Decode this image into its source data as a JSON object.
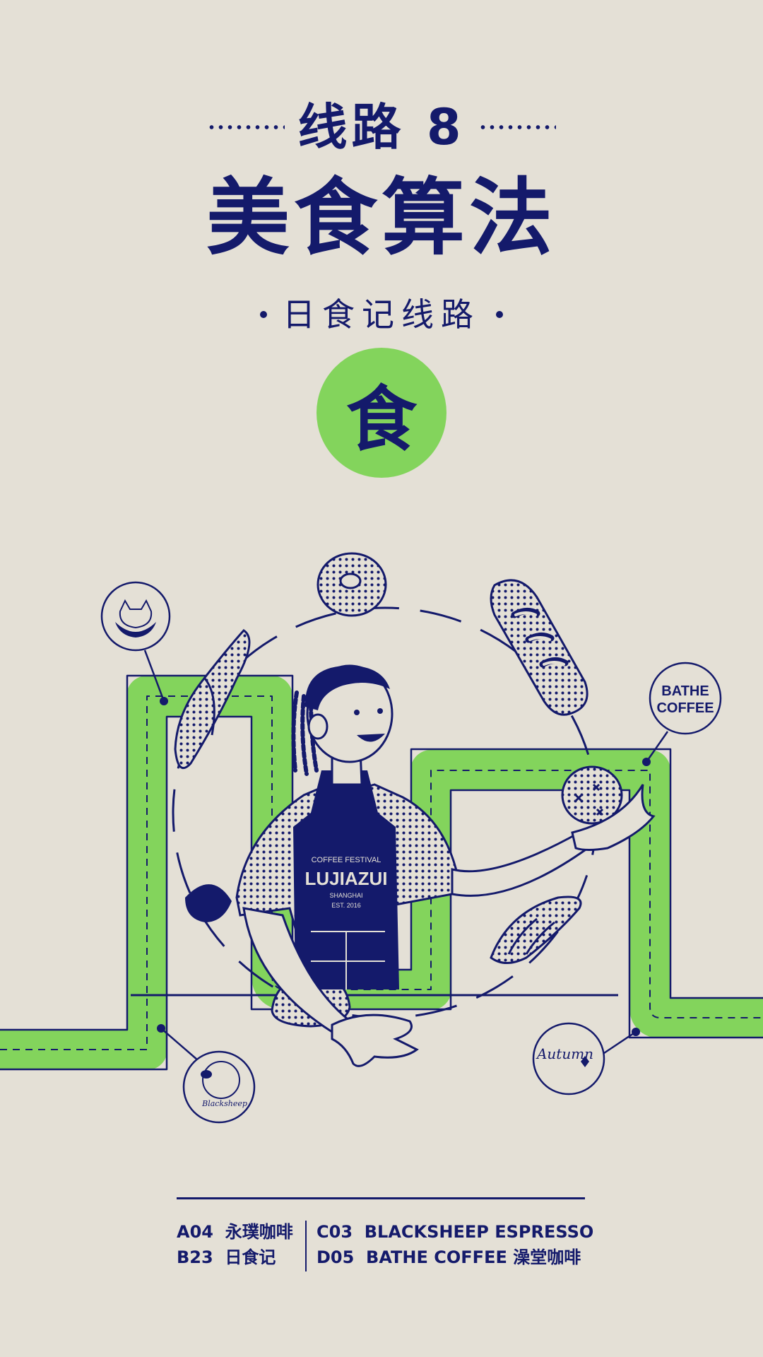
{
  "header": {
    "route_title": "线路 8",
    "main_title": "美食算法",
    "subtitle": "日食记线路",
    "badge_char": "食"
  },
  "illustration": {
    "apron_line1": "COFFEE FESTIVAL",
    "apron_line2": "LUJIAZUI",
    "apron_line3": "SHANGHAI",
    "apron_line4": "EST. 2016",
    "shop_bathe_line1": "BATHE",
    "shop_bathe_line2": "COFFEE",
    "shop_autumn": "Autumn",
    "shop_blacksheep": "Blacksheep",
    "colors": {
      "route_green": "#83d45c",
      "ink_navy": "#141a6b",
      "background": "#e4e0d6"
    }
  },
  "legend": {
    "stops": [
      {
        "code": "A04",
        "name": "永璞咖啡"
      },
      {
        "code": "B23",
        "name": "日食记"
      },
      {
        "code": "C03",
        "name": "BLACKSHEEP ESPRESSO"
      },
      {
        "code": "D05",
        "name": "BATHE COFFEE 澡堂咖啡"
      }
    ]
  }
}
